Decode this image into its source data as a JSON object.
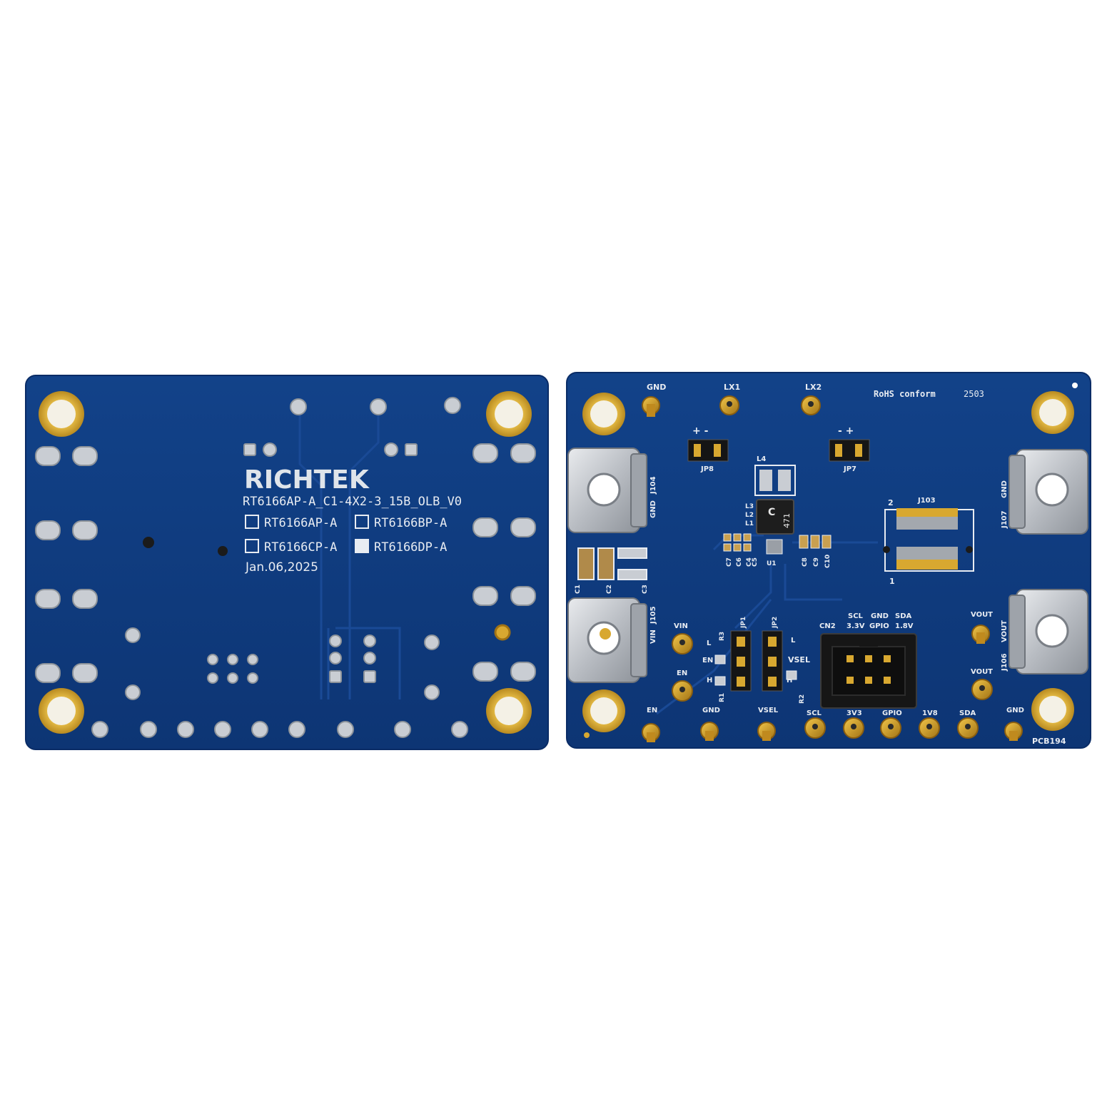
{
  "colors": {
    "board": "#0f3a80",
    "board_edge": "#0a2c66",
    "trace": "#123f8a",
    "gold": "#d8a830",
    "pad_silver": "#c9cdd3",
    "silk": "#e8ecf2"
  },
  "left_board": {
    "logo": "RICHTEK",
    "part_string": "RT6166AP-A_C1-4X2-3_15B_OLB_V0",
    "options": [
      {
        "label": "RT6166AP-A",
        "checked": false
      },
      {
        "label": "RT6166BP-A",
        "checked": false
      },
      {
        "label": "RT6166CP-A",
        "checked": false
      },
      {
        "label": "RT6166DP-A",
        "checked": true
      }
    ],
    "date": "Jan.06,2025"
  },
  "right_board": {
    "rohs": "RoHS conform",
    "date_code": "2503",
    "pcb_id": "PCB194",
    "top_labels": {
      "gnd": "GND",
      "lx1": "LX1",
      "lx2": "LX2"
    },
    "jumpers": {
      "jp8": "JP8",
      "jp7": "JP7",
      "jp8_sign": "+ -",
      "jp7_sign": "- +",
      "jp1": "JP1",
      "jp2": "JP2"
    },
    "connectors": {
      "j104": "J104",
      "j104_net": "GND",
      "j105": "J105",
      "j105_net": "VIN",
      "j107": "J107",
      "j107_net": "GND",
      "j106": "J106",
      "j106_net": "VOUT",
      "j103": "J103",
      "j103_pin2": "2",
      "j103_pin1": "1",
      "cn2": "CN2"
    },
    "components": {
      "l4": "L4",
      "l_group": [
        "L3",
        "L2",
        "L1"
      ],
      "ic_mark_top": "C",
      "ic_mark_bottom": "471",
      "u1": "U1",
      "caps_left": [
        "C7",
        "C6",
        "C4",
        "C5"
      ],
      "caps_right": [
        "C8",
        "C9",
        "C10"
      ],
      "c1": "C1",
      "c2": "C2",
      "c3": "C3",
      "r1": "R1",
      "r2": "R2",
      "r3": "R3"
    },
    "jp_labels": {
      "l": "L",
      "en": "EN",
      "h": "H",
      "l2": "L",
      "vsel": "VSEL",
      "h2": "H"
    },
    "cn2_header": {
      "col1_top": "SCL",
      "col1_bot": "3.3V",
      "col2_top": "GND",
      "col2_bot": "GPIO",
      "col3_top": "SDA",
      "col3_bot": "1.8V"
    },
    "testpoints_mid": {
      "vin": "VIN",
      "en": "EN",
      "vout1": "VOUT",
      "vout2": "VOUT"
    },
    "bottom_testpoints": [
      "EN",
      "GND",
      "VSEL",
      "SCL",
      "3V3",
      "GPIO",
      "1V8",
      "SDA",
      "GND"
    ]
  }
}
